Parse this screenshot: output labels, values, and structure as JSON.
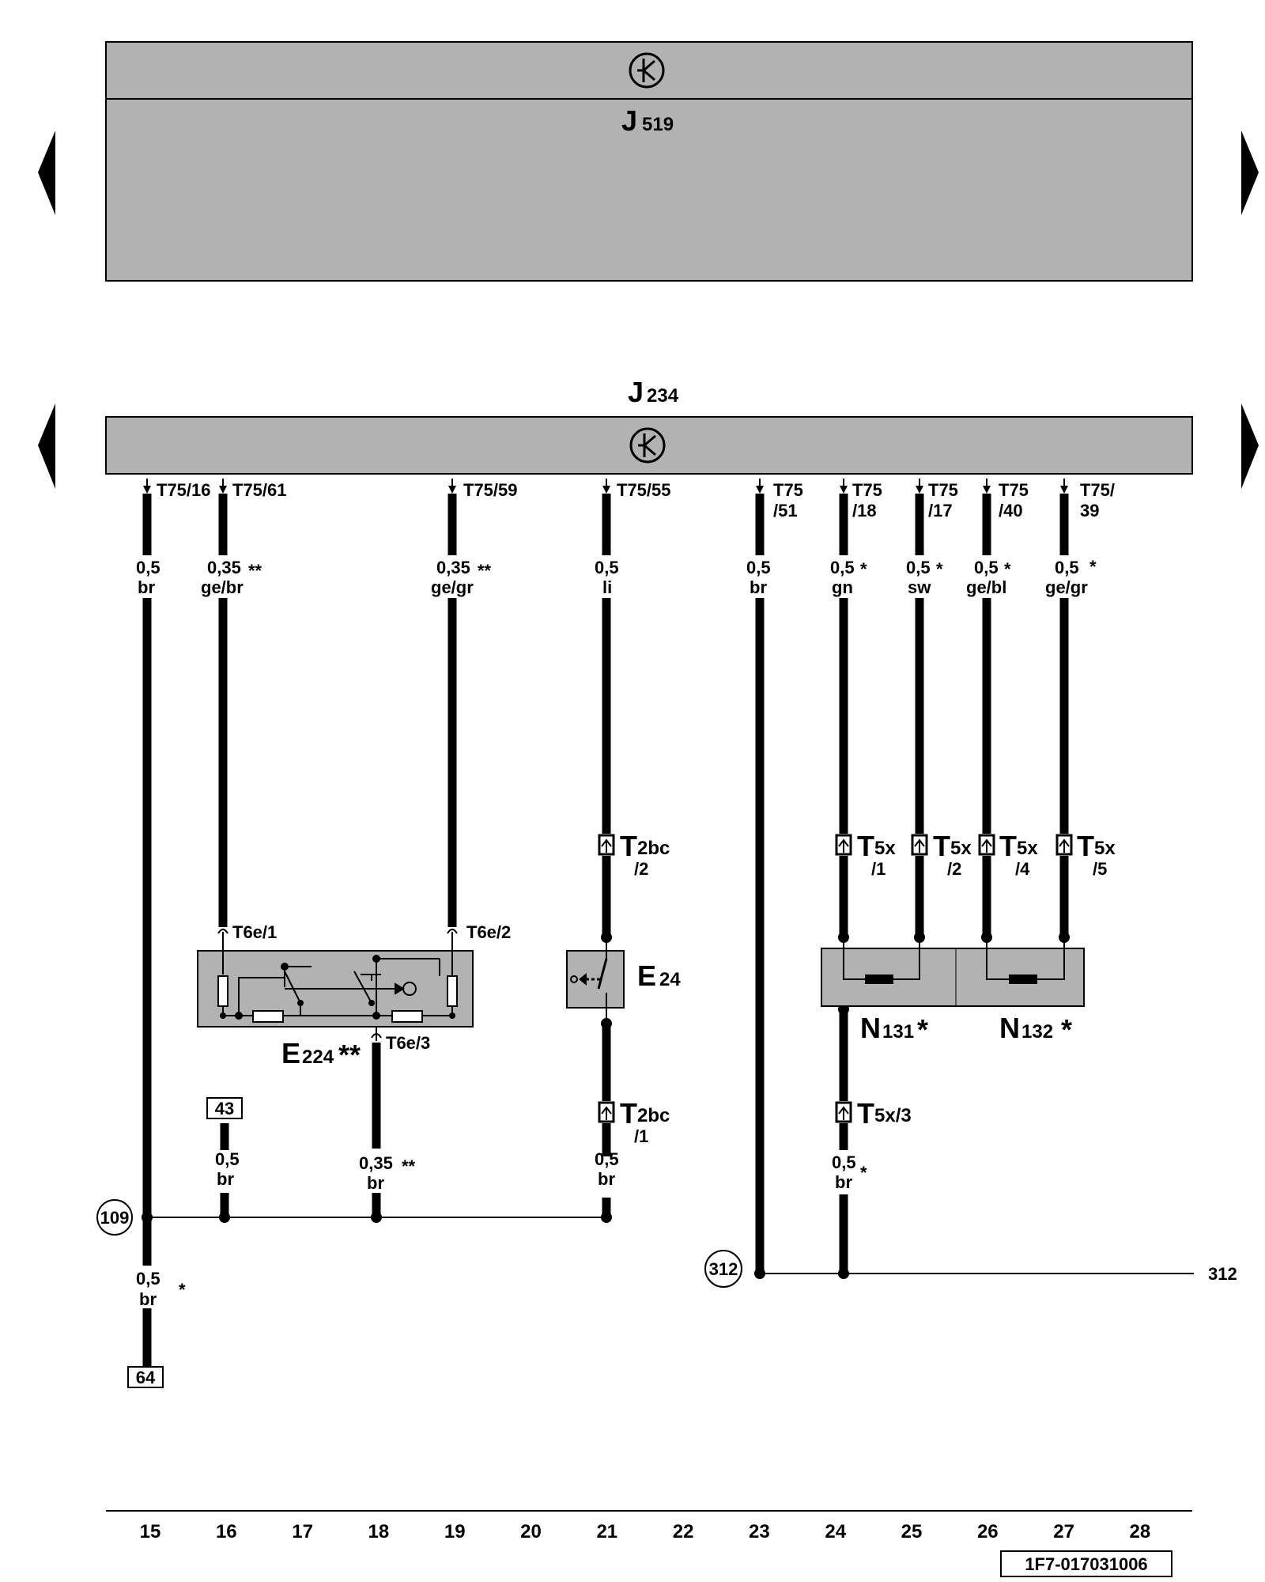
{
  "modules": {
    "j519": {
      "label": "J",
      "sub": "519"
    },
    "j234": {
      "label": "J",
      "sub": "234"
    }
  },
  "pins": {
    "c15": "T75/16",
    "c16": "T75/61",
    "c19": "T75/59",
    "c21": "T75/55",
    "c23": [
      "T75",
      "/51"
    ],
    "c24": [
      "T75",
      "/18"
    ],
    "c25": [
      "T75",
      "/17"
    ],
    "c26": [
      "T75",
      "/40"
    ],
    "c27": [
      "T75/",
      "39"
    ]
  },
  "wires": {
    "c15": {
      "size": "0,5",
      "color": "br"
    },
    "c16": {
      "size": "0,35",
      "mark": "**",
      "color": "ge/br"
    },
    "c19": {
      "size": "0,35",
      "mark": "**",
      "color": "ge/gr"
    },
    "c21": {
      "size": "0,5",
      "color": "li"
    },
    "c23": {
      "size": "0,5",
      "color": "br"
    },
    "c24": {
      "size": "0,5",
      "mark": "*",
      "color": "gn"
    },
    "c25": {
      "size": "0,5",
      "mark": "*",
      "color": "sw"
    },
    "c26": {
      "size": "0,5",
      "mark": "*",
      "color": "ge/bl"
    },
    "c27": {
      "size": "0,5",
      "mark": "*",
      "color": "ge/gr"
    },
    "c15_low": {
      "size": "0,5",
      "mark": "*",
      "color": "br"
    },
    "c16_low": {
      "size": "0,5",
      "color": "br"
    },
    "c18_low": {
      "size": "0,35",
      "mark": "**",
      "color": "br"
    },
    "c21_low": {
      "size": "0,5",
      "color": "br"
    },
    "c24_low": {
      "size": "0,5",
      "mark": "*",
      "color": "br"
    }
  },
  "connectors": {
    "t2bc2": {
      "main": "T",
      "sub": "2bc",
      "pin": "/2"
    },
    "t2bc1": {
      "main": "T",
      "sub": "2bc",
      "pin": "/1"
    },
    "t5x1": {
      "main": "T",
      "sub": "5x",
      "pin": "/1"
    },
    "t5x2": {
      "main": "T",
      "sub": "5x",
      "pin": "/2"
    },
    "t5x4": {
      "main": "T",
      "sub": "5x",
      "pin": "/4"
    },
    "t5x5": {
      "main": "T",
      "sub": "5x",
      "pin": "/5"
    },
    "t5x3": {
      "main": "T",
      "sub": "5x/3"
    },
    "t6e1": "T6e/1",
    "t6e2": "T6e/2",
    "t6e3": "T6e/3"
  },
  "components": {
    "e224": {
      "main": "E",
      "sub": "224",
      "mark": "**"
    },
    "e24": {
      "main": "E",
      "sub": "24"
    },
    "n131": {
      "main": "N",
      "sub": "131",
      "mark": "*"
    },
    "n132": {
      "main": "N",
      "sub": "132",
      "mark": "*"
    }
  },
  "references": {
    "box43": "43",
    "box64": "64",
    "circle109": "109",
    "circle312": "312",
    "text312": "312"
  },
  "current_tracks": [
    "15",
    "16",
    "17",
    "18",
    "19",
    "20",
    "21",
    "22",
    "23",
    "24",
    "25",
    "26",
    "27",
    "28"
  ],
  "drawing_number": "1F7-017031006",
  "colors": {
    "module_fill": "#b2b2b2",
    "line": "#000000",
    "background": "#ffffff"
  }
}
